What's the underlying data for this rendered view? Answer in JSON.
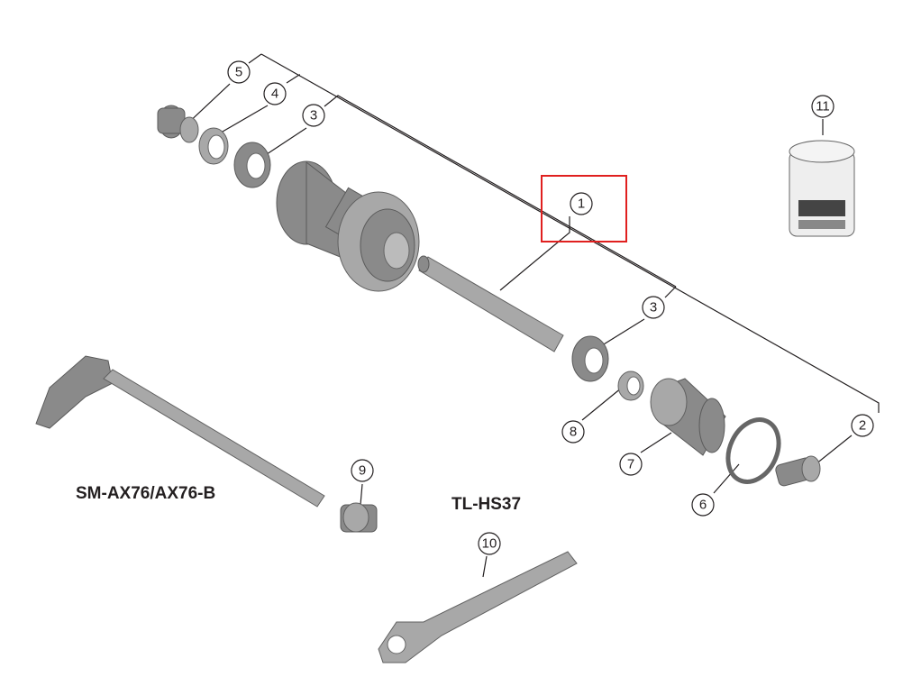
{
  "diagram": {
    "callouts": [
      "1",
      "2",
      "3",
      "3",
      "4",
      "5",
      "6",
      "7",
      "8",
      "9",
      "10",
      "11"
    ],
    "labels": {
      "axle": "SM-AX76/AX76-B",
      "tool": "TL-HS37"
    },
    "highlight_color": "#e0201f",
    "highlighted_callout": "1"
  }
}
